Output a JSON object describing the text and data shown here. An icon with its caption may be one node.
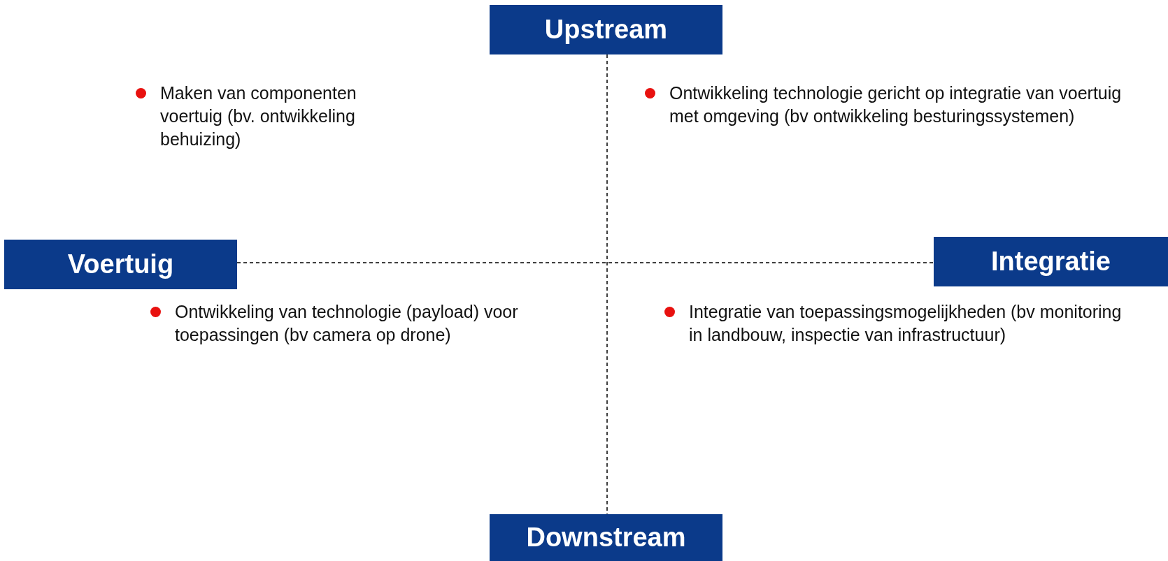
{
  "diagram": {
    "nodes": [
      {
        "text": [
          "Upstream"
        ]
      },
      {
        "text": [
          "Voertuig"
        ]
      },
      {
        "text": [
          "Integratie"
        ]
      },
      {
        "text": [
          "Downstream"
        ]
      }
    ],
    "edges": [
      {
        "from": 0,
        "to": 3,
        "arrow": "none",
        "style": "dashed"
      },
      {
        "from": 1,
        "to": 2,
        "arrow": "none",
        "style": "dashed"
      }
    ],
    "labels": [
      "Maken van componenten voertuig (bv. ontwikkeling behuizing)",
      "Ontwikkeling technologie gericht op integratie van voertuig met omgeving (bv ontwikkeling besturingssystemen)",
      "Ontwikkeling van technologie (payload) voor toepassingen (bv camera op drone)",
      "Integratie van toepassingsmogelijkheden (bv monitoring in landbouw, inspectie van infrastructuur)"
    ]
  }
}
